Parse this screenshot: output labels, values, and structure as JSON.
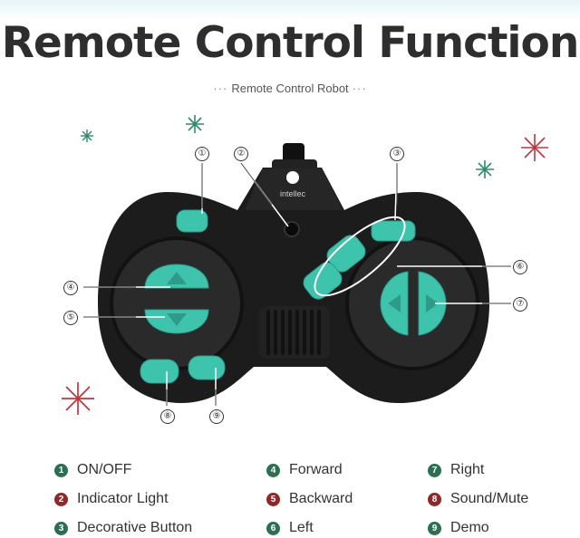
{
  "header": {
    "title": "Remote Control Function",
    "subtitle": "Remote Control Robot",
    "subtitle_dots": "···"
  },
  "controller": {
    "brand": "intellec"
  },
  "colors": {
    "teal": "#3ec4ad",
    "body": "#1e1e1e",
    "green_badge": "#2e6e55",
    "red_badge": "#8a2a2a",
    "title": "#2e2e2e"
  },
  "callouts": [
    "①",
    "②",
    "③",
    "④",
    "⑤",
    "⑥",
    "⑦",
    "⑧",
    "⑨"
  ],
  "legend": [
    {
      "num": "1",
      "label": "ON/OFF",
      "color": "green"
    },
    {
      "num": "2",
      "label": "Indicator Light",
      "color": "red"
    },
    {
      "num": "3",
      "label": "Decorative Button",
      "color": "green"
    },
    {
      "num": "4",
      "label": "Forward",
      "color": "green"
    },
    {
      "num": "5",
      "label": "Backward",
      "color": "red"
    },
    {
      "num": "6",
      "label": "Left",
      "color": "green"
    },
    {
      "num": "7",
      "label": "Right",
      "color": "green"
    },
    {
      "num": "8",
      "label": "Sound/Mute",
      "color": "red"
    },
    {
      "num": "9",
      "label": "Demo",
      "color": "green"
    }
  ]
}
